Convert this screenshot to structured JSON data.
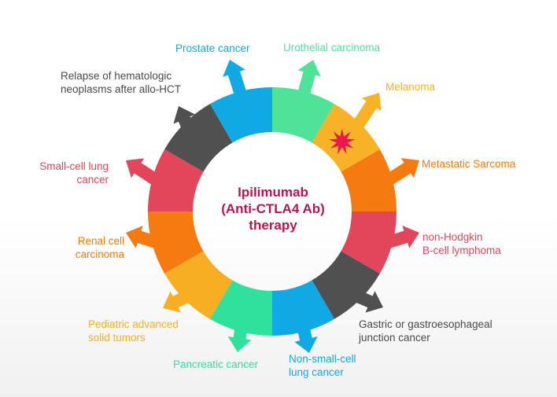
{
  "center": {
    "line1": "Ipilimumab",
    "line2": "(Anti-CTLA4 Ab)",
    "line3": "therapy"
  },
  "segments": [
    {
      "id": "urothelial",
      "color": "#4fe39a",
      "label": [
        "Urothelial carcinoma"
      ]
    },
    {
      "id": "melanoma",
      "color": "#f7b228",
      "label": [
        "Melanoma"
      ],
      "star_color": "#e8194f"
    },
    {
      "id": "sarcoma",
      "color": "#f57a0f",
      "label": [
        "Metastatic Sarcoma"
      ]
    },
    {
      "id": "nhl",
      "color": "#e2465a",
      "label": [
        "non-Hodgkin",
        "B-cell lymphoma"
      ]
    },
    {
      "id": "gastric",
      "color": "#505050",
      "label": [
        "Gastric or gastroesophageal",
        "junction cancer"
      ]
    },
    {
      "id": "nsclc",
      "color": "#10a9e4",
      "label": [
        "Non-small-cell",
        "lung cancer"
      ]
    },
    {
      "id": "pancreatic",
      "color": "#2fe19a",
      "label": [
        "Pancreatic cancer"
      ]
    },
    {
      "id": "pediatric",
      "color": "#f7ae22",
      "label": [
        "Pediatric advanced",
        "solid tumors"
      ]
    },
    {
      "id": "renal",
      "color": "#f57a0f",
      "label": [
        "Renal cell",
        "carcinoma"
      ]
    },
    {
      "id": "sclc",
      "color": "#e2465a",
      "label": [
        "Small-cell lung",
        "cancer"
      ]
    },
    {
      "id": "hematologic",
      "color": "#505050",
      "label": [
        "Relapse of hematologic",
        "neoplasms after allo-HCT"
      ]
    },
    {
      "id": "prostate",
      "color": "#10a9e4",
      "label": [
        "Prostate cancer"
      ]
    }
  ]
}
